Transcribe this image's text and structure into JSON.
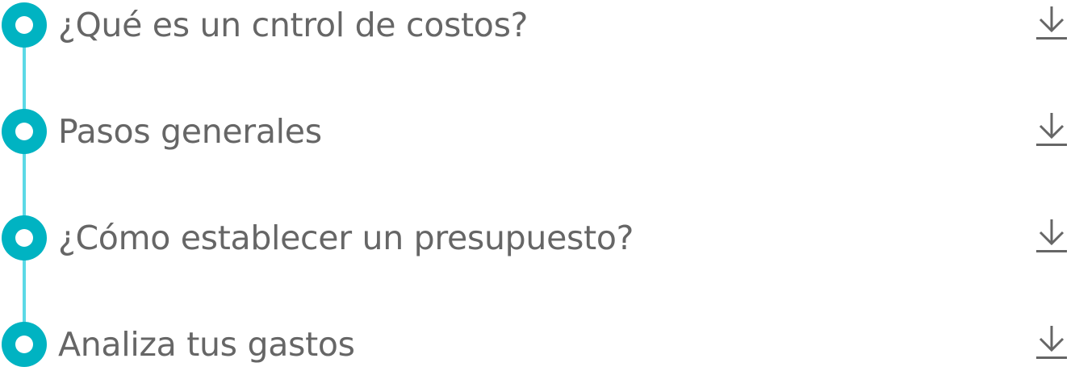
{
  "accent_color": "#00b3c2",
  "connector_color": "#5cd9e6",
  "text_color": "#666666",
  "steps": [
    {
      "label": "¿Qué es un cntrol de costos?",
      "action_icon": "download-icon"
    },
    {
      "label": "Pasos generales",
      "action_icon": "download-icon"
    },
    {
      "label": "¿Cómo establecer un presupuesto?",
      "action_icon": "download-icon"
    },
    {
      "label": "Analiza tus gastos",
      "action_icon": "download-icon"
    }
  ]
}
